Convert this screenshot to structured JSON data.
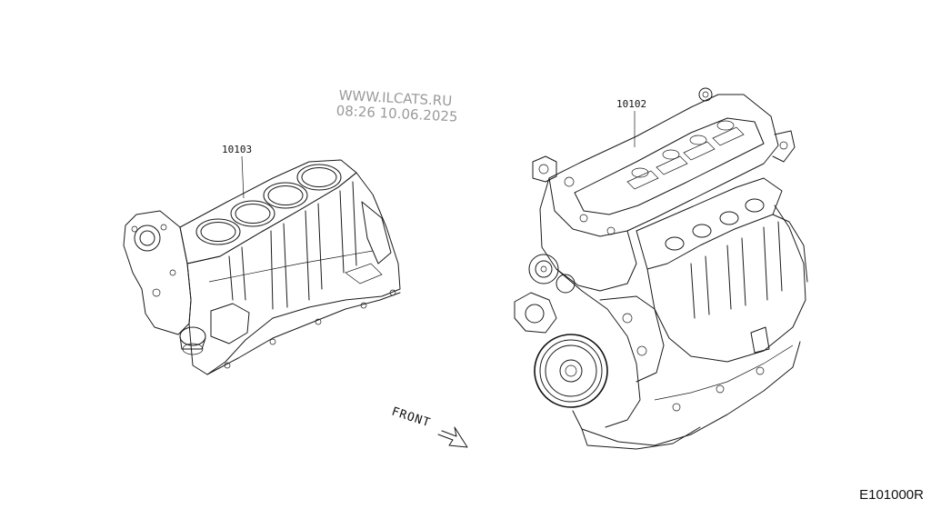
{
  "watermark": {
    "line1": "WWW.ILCATS.RU",
    "line2": "08:26 10.06.2025"
  },
  "parts": [
    {
      "number": "10103",
      "name": "cylinder-block"
    },
    {
      "number": "10102",
      "name": "engine-assembly"
    }
  ],
  "direction_label": "FRONT",
  "diagram_code": "E101000R",
  "icons": {
    "direction": "front-arrow-icon"
  },
  "colors": {
    "ink": "#1a1a1a",
    "watermark": "#9a9a9a",
    "background": "#ffffff"
  }
}
